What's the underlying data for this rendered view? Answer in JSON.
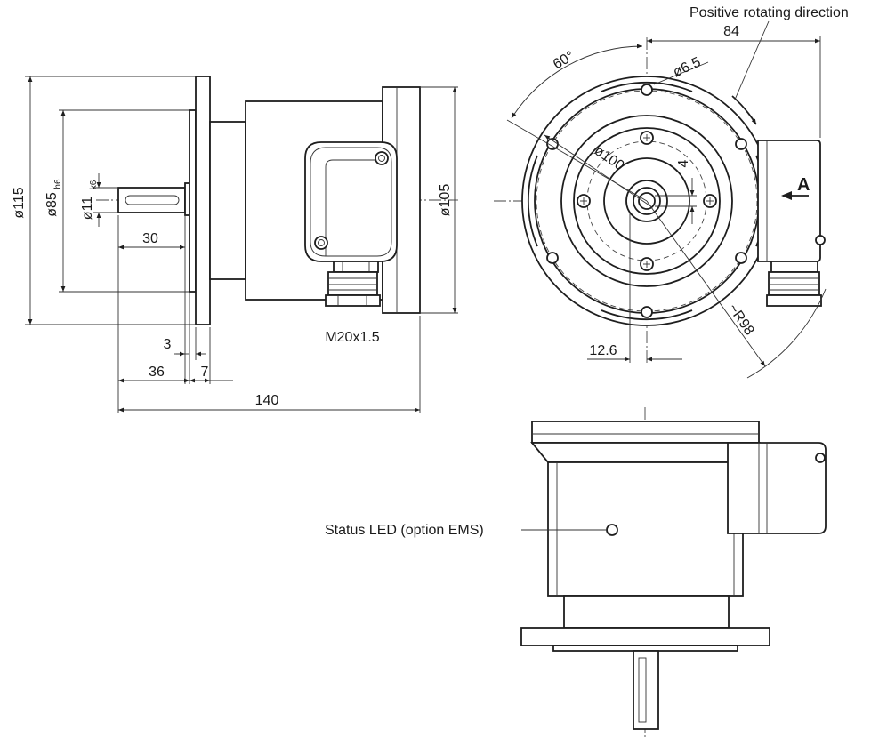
{
  "dimensions": {
    "d115": "ø115",
    "d85": "ø85",
    "d85_tol": "h6",
    "d11": "ø11",
    "d11_tol": "k6",
    "d105": "ø105",
    "len30": "30",
    "len3": "3",
    "len36": "36",
    "len7": "7",
    "len140": "140",
    "len84": "84",
    "ang60": "60°",
    "d6_5": "ø6.5",
    "d100": "ø100",
    "val4": "4",
    "r98": "~R98",
    "len12_6": "12.6"
  },
  "labels": {
    "cable_gland": "M20x1.5",
    "rotation": "Positive rotating direction",
    "view_a": "A",
    "status_led": "Status LED (option EMS)"
  },
  "colors": {
    "line": "#1e1e1e",
    "background": "#ffffff"
  }
}
